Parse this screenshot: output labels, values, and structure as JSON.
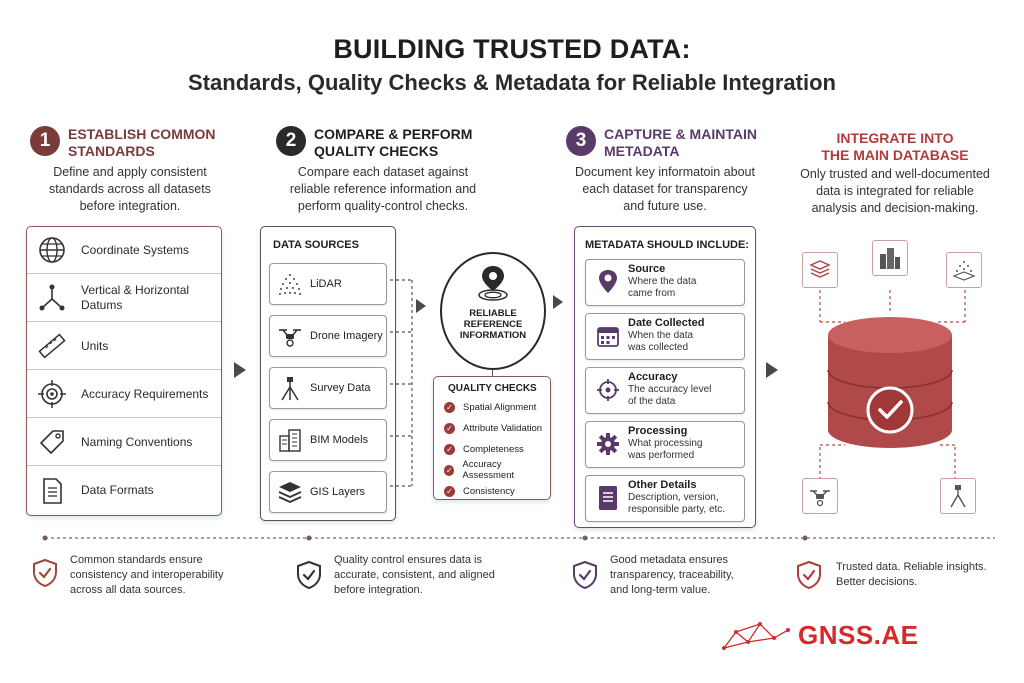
{
  "title": "BUILDING TRUSTED DATA:",
  "subtitle": "Standards, Quality Checks & Metadata for Reliable Integration",
  "colors": {
    "step1": "#7a3b3b",
    "step2": "#2a2a2a",
    "step3": "#5a3a6a",
    "accent": "#b23b3b",
    "database": "#b04a4a"
  },
  "steps": [
    {
      "number": "1",
      "title_line1": "ESTABLISH COMMON",
      "title_line2": "STANDARDS",
      "desc_line1": "Define and apply consistent",
      "desc_line2": "standards across all datasets",
      "desc_line3": "before integration."
    },
    {
      "number": "2",
      "title_line1": "COMPARE & PERFORM",
      "title_line2": "QUALITY CHECKS",
      "desc_line1": "Compare each dataset against",
      "desc_line2": "reliable reference information and",
      "desc_line3": "perform quality-control checks."
    },
    {
      "number": "3",
      "title_line1": "CAPTURE & MAINTAIN",
      "title_line2": "METADATA",
      "desc_line1": "Document key informatoin about",
      "desc_line2": "each dataset for transparency",
      "desc_line3": "and future use."
    },
    {
      "number": "",
      "title_line1": "INTEGRATE INTO",
      "title_line2": "THE MAIN DATABASE",
      "desc_line1": "Only trusted and well-documented",
      "desc_line2": "data is integrated for reliable",
      "desc_line3": "analysis and decision-making."
    }
  ],
  "standards": [
    {
      "label": "Coordinate Systems",
      "icon": "globe-icon"
    },
    {
      "label_line1": "Vertical & Horizontal",
      "label_line2": "Datums",
      "icon": "axes-icon"
    },
    {
      "label": "Units",
      "icon": "ruler-icon"
    },
    {
      "label": "Accuracy Requirements",
      "icon": "target-icon"
    },
    {
      "label": "Naming Conventions",
      "icon": "tag-icon"
    },
    {
      "label": "Data Formats",
      "icon": "document-icon"
    }
  ],
  "data_sources": {
    "heading": "DATA SOURCES",
    "items": [
      {
        "label": "LiDAR",
        "icon": "lidar-icon"
      },
      {
        "label": "Drone Imagery",
        "icon": "drone-icon"
      },
      {
        "label": "Survey Data",
        "icon": "tripod-icon"
      },
      {
        "label": "BIM Models",
        "icon": "building-icon"
      },
      {
        "label": "GIS Layers",
        "icon": "layers-icon"
      }
    ]
  },
  "reference": {
    "line1": "RELIABLE",
    "line2": "REFERENCE",
    "line3": "INFORMATION",
    "icon": "location-pin-icon"
  },
  "quality_checks": {
    "heading": "QUALITY CHECKS",
    "items": [
      "Spatial Alignment",
      "Attribute Validation",
      "Completeness",
      "Accuracy Assessment",
      "Consistency"
    ]
  },
  "metadata": {
    "heading": "METADATA SHOULD INCLUDE:",
    "items": [
      {
        "title": "Source",
        "desc_line1": "Where the data",
        "desc_line2": "came from",
        "icon": "pin-icon"
      },
      {
        "title": "Date Collected",
        "desc_line1": "When the data",
        "desc_line2": "was collected",
        "icon": "calendar-icon"
      },
      {
        "title": "Accuracy",
        "desc_line1": "The accuracy level",
        "desc_line2": "of the data",
        "icon": "crosshair-icon"
      },
      {
        "title": "Processing",
        "desc_line1": "What processing",
        "desc_line2": "was performed",
        "icon": "gear-icon"
      },
      {
        "title": "Other Details",
        "desc_line1": "Description, version,",
        "desc_line2": "responsible party, etc.",
        "icon": "document-icon"
      }
    ]
  },
  "footer": [
    {
      "line1": "Common standards ensure",
      "line2": "consistency and interoperability",
      "line3": "across all data sources."
    },
    {
      "line1": "Quality control ensures data is",
      "line2": "accurate, consistent, and aligned",
      "line3": "before integration."
    },
    {
      "line1": "Good metadata ensures",
      "line2": "transparency, traceability,",
      "line3": "and long-term value."
    },
    {
      "line1": "Trusted data. Reliable insights.",
      "line2": "Better decisions.",
      "line3": ""
    }
  ],
  "logo": "GNSS.AE"
}
